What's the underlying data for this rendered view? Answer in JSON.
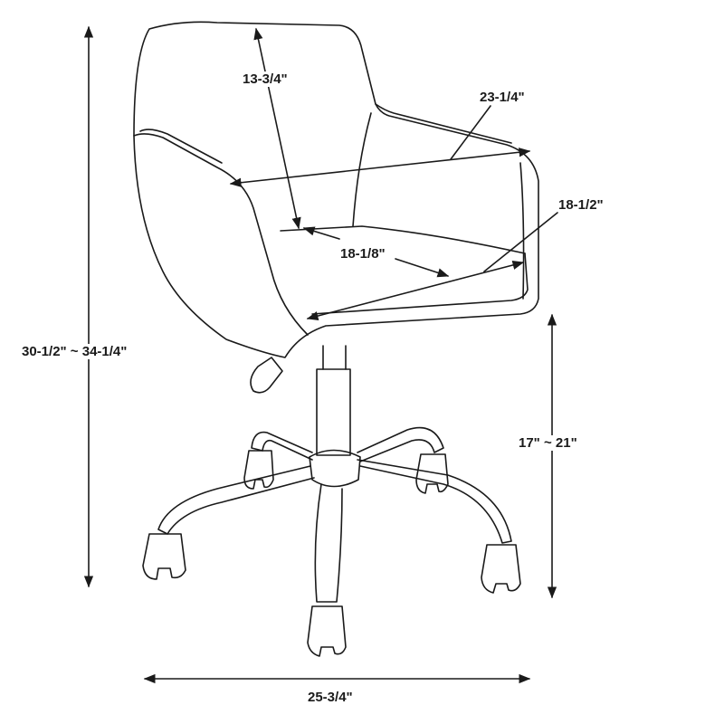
{
  "diagram": {
    "subject": "Office chair dimensions",
    "line_color": "#1a1a1a",
    "background": "#ffffff",
    "dimensions": {
      "overall_height": "30-1/2\" ~ 34-1/4\"",
      "seat_height": "17\" ~ 21\"",
      "base_width": "25-3/4\"",
      "back_height": "13-3/4\"",
      "overall_width": "23-1/4\"",
      "seat_depth": "18-1/2\"",
      "seat_width": "18-1/8\""
    }
  }
}
